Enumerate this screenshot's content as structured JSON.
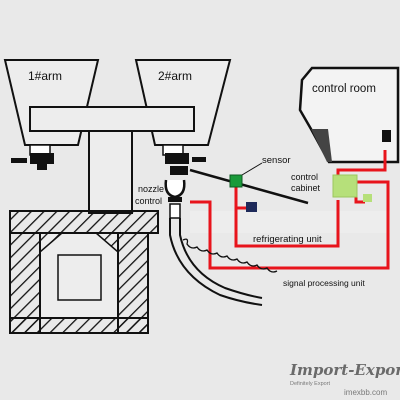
{
  "labels": {
    "arm1": "1#arm",
    "arm2": "2#arm",
    "control_room": "control room",
    "sensor": "sensor",
    "control_cabinet_line1": "control",
    "control_cabinet_line2": "cabinet",
    "nozzle_control_line1": "nozzle",
    "nozzle_control_line2": "control",
    "refrigerating_unit": "refrigerating unit",
    "signal_processing_unit": "signal processing unit"
  },
  "watermark": {
    "brand": "Import-Export",
    "slogan": "Definitely Export",
    "site": "imexbb.com"
  },
  "colors": {
    "signal_wire": "#e8141c",
    "sensor": "#1a9a3a",
    "cabinet": "#b6e07a",
    "refrigerating_unit": "#1e2a5a",
    "structure": "#111111",
    "background": "#e9e9e9"
  }
}
